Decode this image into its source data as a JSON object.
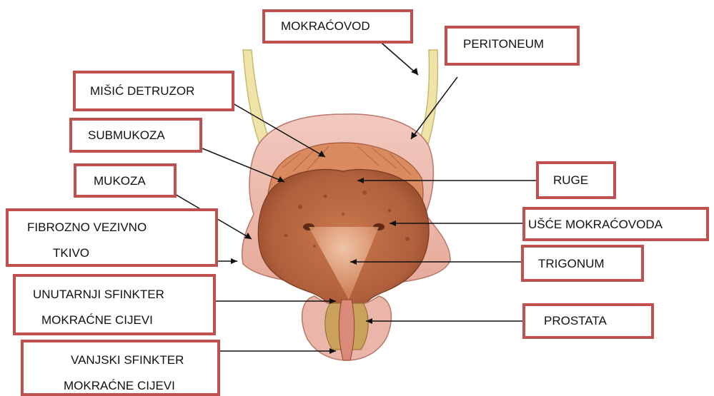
{
  "colors": {
    "box_border": "#c0504d",
    "leader_line": "#111111",
    "bladder_wall": "#e9b6a9",
    "mucosa": "#b8643f",
    "muscle": "#d98a5e",
    "ureter": "#efe4a8"
  },
  "labels": {
    "mokracovod": "MOKRAĆOVOD",
    "peritoneum": "PERITONEUM",
    "misic_detruzor": "MIŠIĆ DETRUZOR",
    "submukoza": "SUBMUKOZA",
    "mukoza": "MUKOZA",
    "fibrozno_line1": "FIBROZNO VEZIVNO",
    "fibrozno_line2": "TKIVO",
    "unutarnji_line1": "UNUTARNJI SFINKTER",
    "unutarnji_line2": "MOKRAĆNE CIJEVI",
    "vanjski_line1": "VANJSKI SFINKTER",
    "vanjski_line2": "MOKRAĆNE CIJEVI",
    "ruge": "RUGE",
    "usce": "UŠĆE MOKRAĆOVODA",
    "trigonum": "TRIGONUM",
    "prostata": "PROSTATA"
  }
}
